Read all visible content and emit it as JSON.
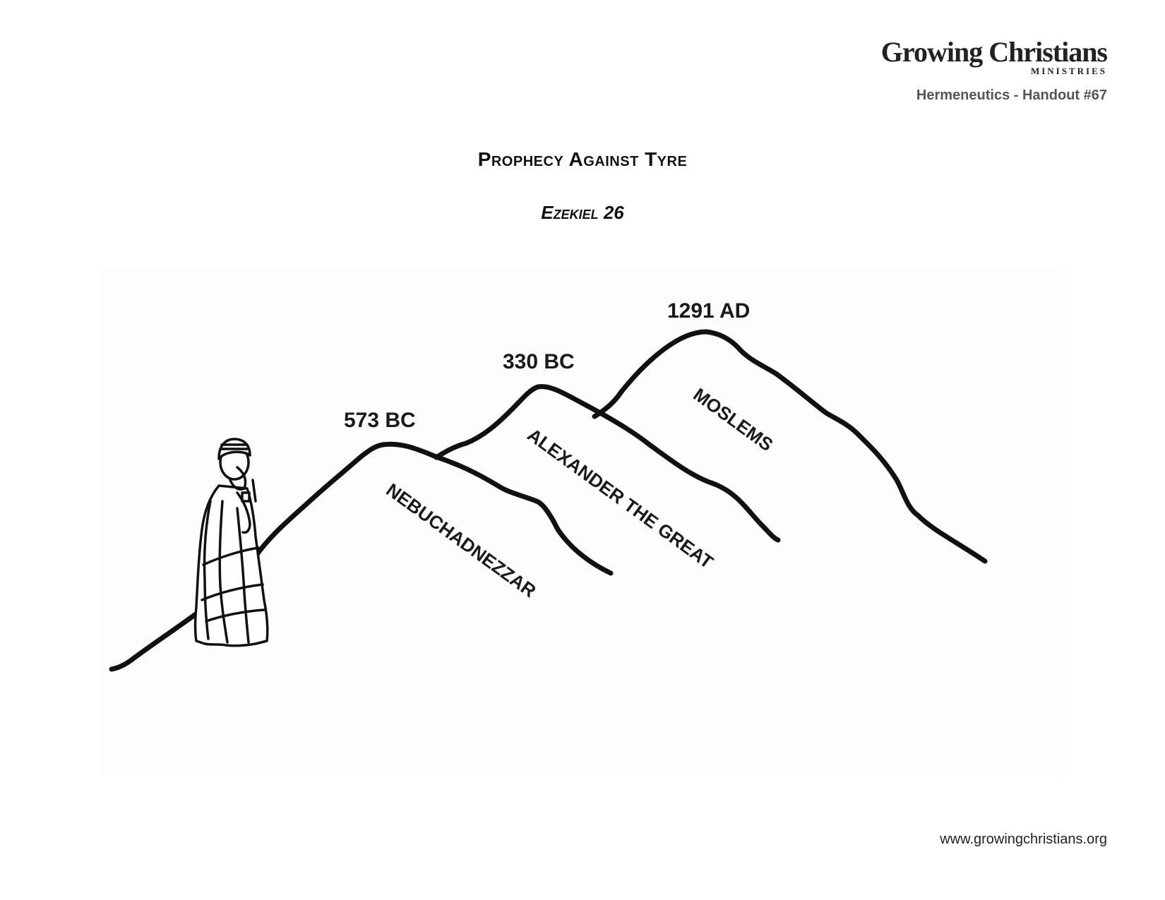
{
  "header": {
    "logo_main": "Growing Christians",
    "logo_sub": "MINISTRIES",
    "handout": "Hermeneutics - Handout #67"
  },
  "title": "Prophecy Against Tyre",
  "subtitle": "Ezekiel 26",
  "diagram": {
    "peaks": [
      {
        "date": "573 BC",
        "name": "NEBUCHADNEZZAR"
      },
      {
        "date": "330 BC",
        "name": "ALEXANDER THE GREAT"
      },
      {
        "date": "1291 AD",
        "name": "MOSLEMS"
      }
    ],
    "figure_icon": "prophet-figure-icon"
  },
  "footer": {
    "url": "www.growingchristians.org"
  }
}
